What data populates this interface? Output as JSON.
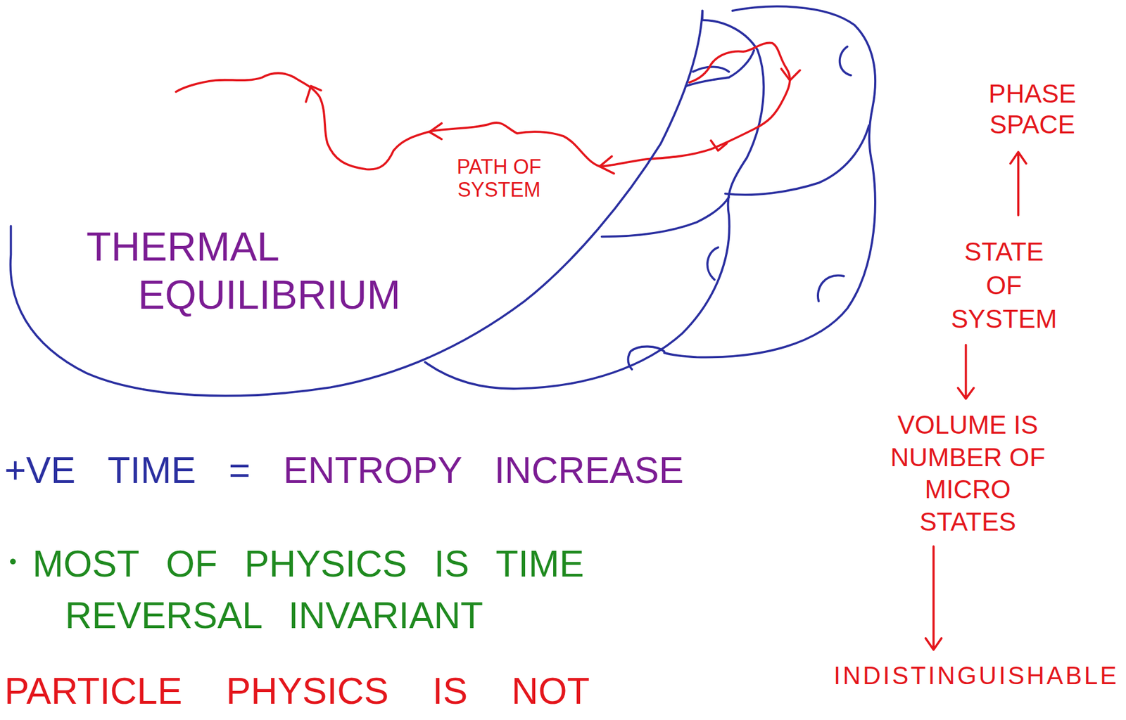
{
  "diagram": {
    "nodes": [
      {
        "text": [
          "THERMAL EQUILIBRIUM"
        ]
      }
    ],
    "labels": [
      "PATH OF SYSTEM",
      "PHASE SPACE",
      "STATE OF SYSTEM",
      "VOLUME IS NUMBER OF MICRO STATES",
      "INDISTINGUISHABLE",
      "+VE TIME =",
      "ENTROPY INCREASE",
      "MOST OF PHYSICS IS TIME REVERSAL INVARIANT",
      "PARTICLE PHYSICS IS NOT"
    ]
  }
}
